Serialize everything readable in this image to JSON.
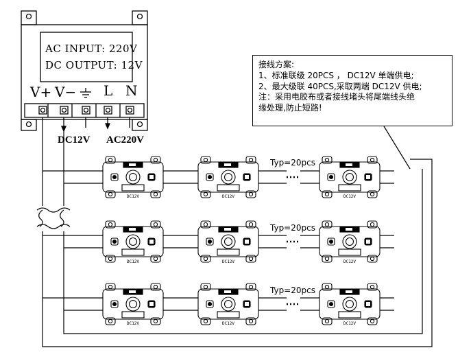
{
  "power_supply": {
    "input_label": "AC INPUT: 220V",
    "output_label": "DC OUTPUT: 12V",
    "terminals": [
      "V+",
      "V−",
      "⏚",
      "L",
      "N"
    ],
    "dc_output_tag": "DC12V",
    "ac_input_tag": "AC220V"
  },
  "notes": {
    "title": "接线方案:",
    "lines": [
      "1、标准联级 20PCS ， DC12V 单端供电;",
      "2、最大级联 40PCS,采取两端 DC12V 供电;",
      "注：采用电胶布或者接线堵头将尾端线头绝",
      "缘处理,防止短路!"
    ]
  },
  "module_strings": [
    {
      "typ_label": "Typ=20pcs",
      "module_label": "DC12V"
    },
    {
      "typ_label": "Typ=20pcs",
      "module_label": "DC12V"
    },
    {
      "typ_label": "Typ=20pcs",
      "module_label": "DC12V"
    }
  ]
}
